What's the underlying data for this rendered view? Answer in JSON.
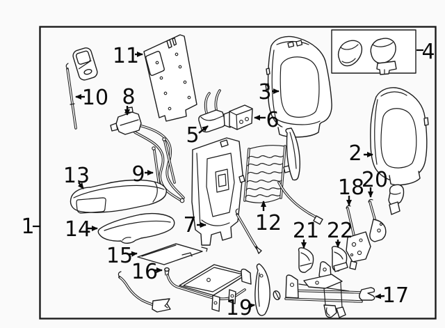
{
  "colors": {
    "canvas": "#fafafa",
    "line": "#1b1b1b",
    "label": "#0a0a0a"
  },
  "callouts": [
    {
      "id": 1,
      "label": "1"
    },
    {
      "id": 2,
      "label": "2"
    },
    {
      "id": 3,
      "label": "3"
    },
    {
      "id": 4,
      "label": "4"
    },
    {
      "id": 5,
      "label": "5"
    },
    {
      "id": 6,
      "label": "6"
    },
    {
      "id": 7,
      "label": "7"
    },
    {
      "id": 8,
      "label": "8"
    },
    {
      "id": 9,
      "label": "9"
    },
    {
      "id": 10,
      "label": "10"
    },
    {
      "id": 11,
      "label": "11"
    },
    {
      "id": 12,
      "label": "12"
    },
    {
      "id": 13,
      "label": "13"
    },
    {
      "id": 14,
      "label": "14"
    },
    {
      "id": 15,
      "label": "15"
    },
    {
      "id": 16,
      "label": "16"
    },
    {
      "id": 17,
      "label": "17"
    },
    {
      "id": 18,
      "label": "18"
    },
    {
      "id": 19,
      "label": "19"
    },
    {
      "id": 20,
      "label": "20"
    },
    {
      "id": 21,
      "label": "21"
    },
    {
      "id": 22,
      "label": "22"
    }
  ]
}
